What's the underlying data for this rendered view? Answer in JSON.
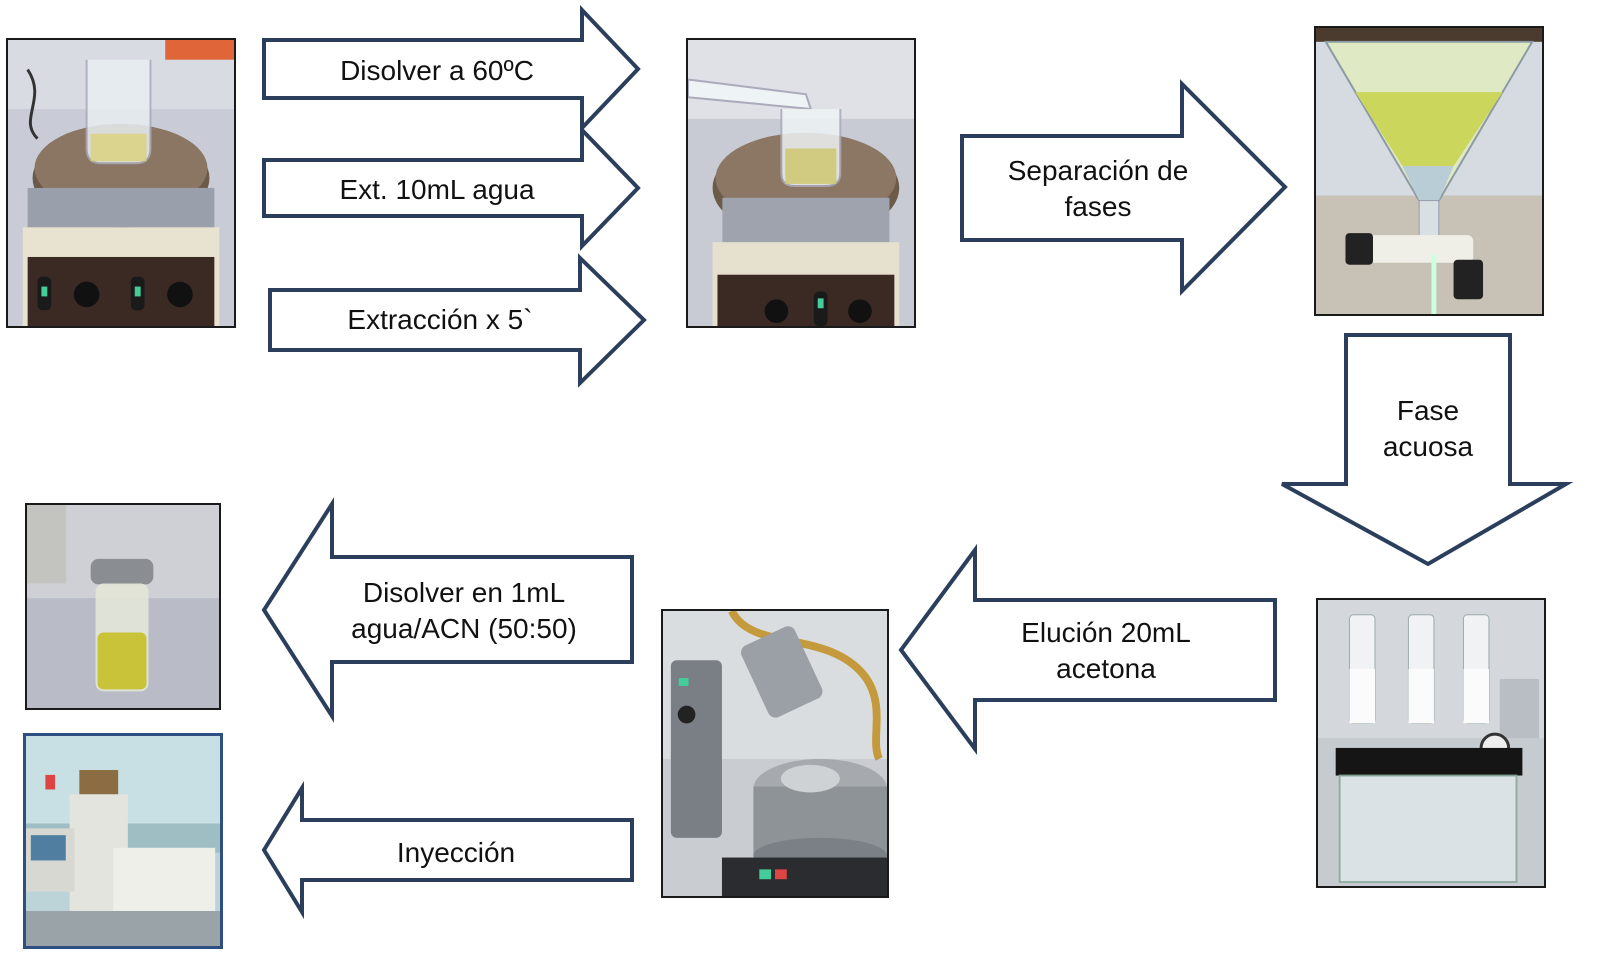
{
  "colors": {
    "arrow_stroke": "#2b3f5c",
    "arrow_fill": "#ffffff",
    "text": "#111111"
  },
  "arrows": {
    "dissolve": {
      "line1": "Disolver a 60ºC"
    },
    "ext": {
      "line1": "Ext. 10mL  agua"
    },
    "extraction": {
      "line1": "Extracción x 5`"
    },
    "separation": {
      "line1": "Separación de",
      "line2": "fases"
    },
    "aqueous": {
      "line1": "Fase",
      "line2": "acuosa"
    },
    "elution": {
      "line1": "Elución  20mL",
      "line2": "acetona"
    },
    "redissolve": {
      "line1": "Disolver en 1mL",
      "line2": "agua/ACN (50:50)"
    },
    "injection": {
      "line1": "Inyección"
    }
  },
  "photos": {
    "hotplate_beaker": "hotplate-beaker-photo",
    "hotplate_pour": "hotplate-pour-photo",
    "separatory_funnel": "separatory-funnel-photo",
    "spe_manifold": "spe-manifold-photo",
    "rotavapor": "rotavapor-photo",
    "vial": "vial-photo",
    "hplc": "hplc-instrument-photo"
  }
}
